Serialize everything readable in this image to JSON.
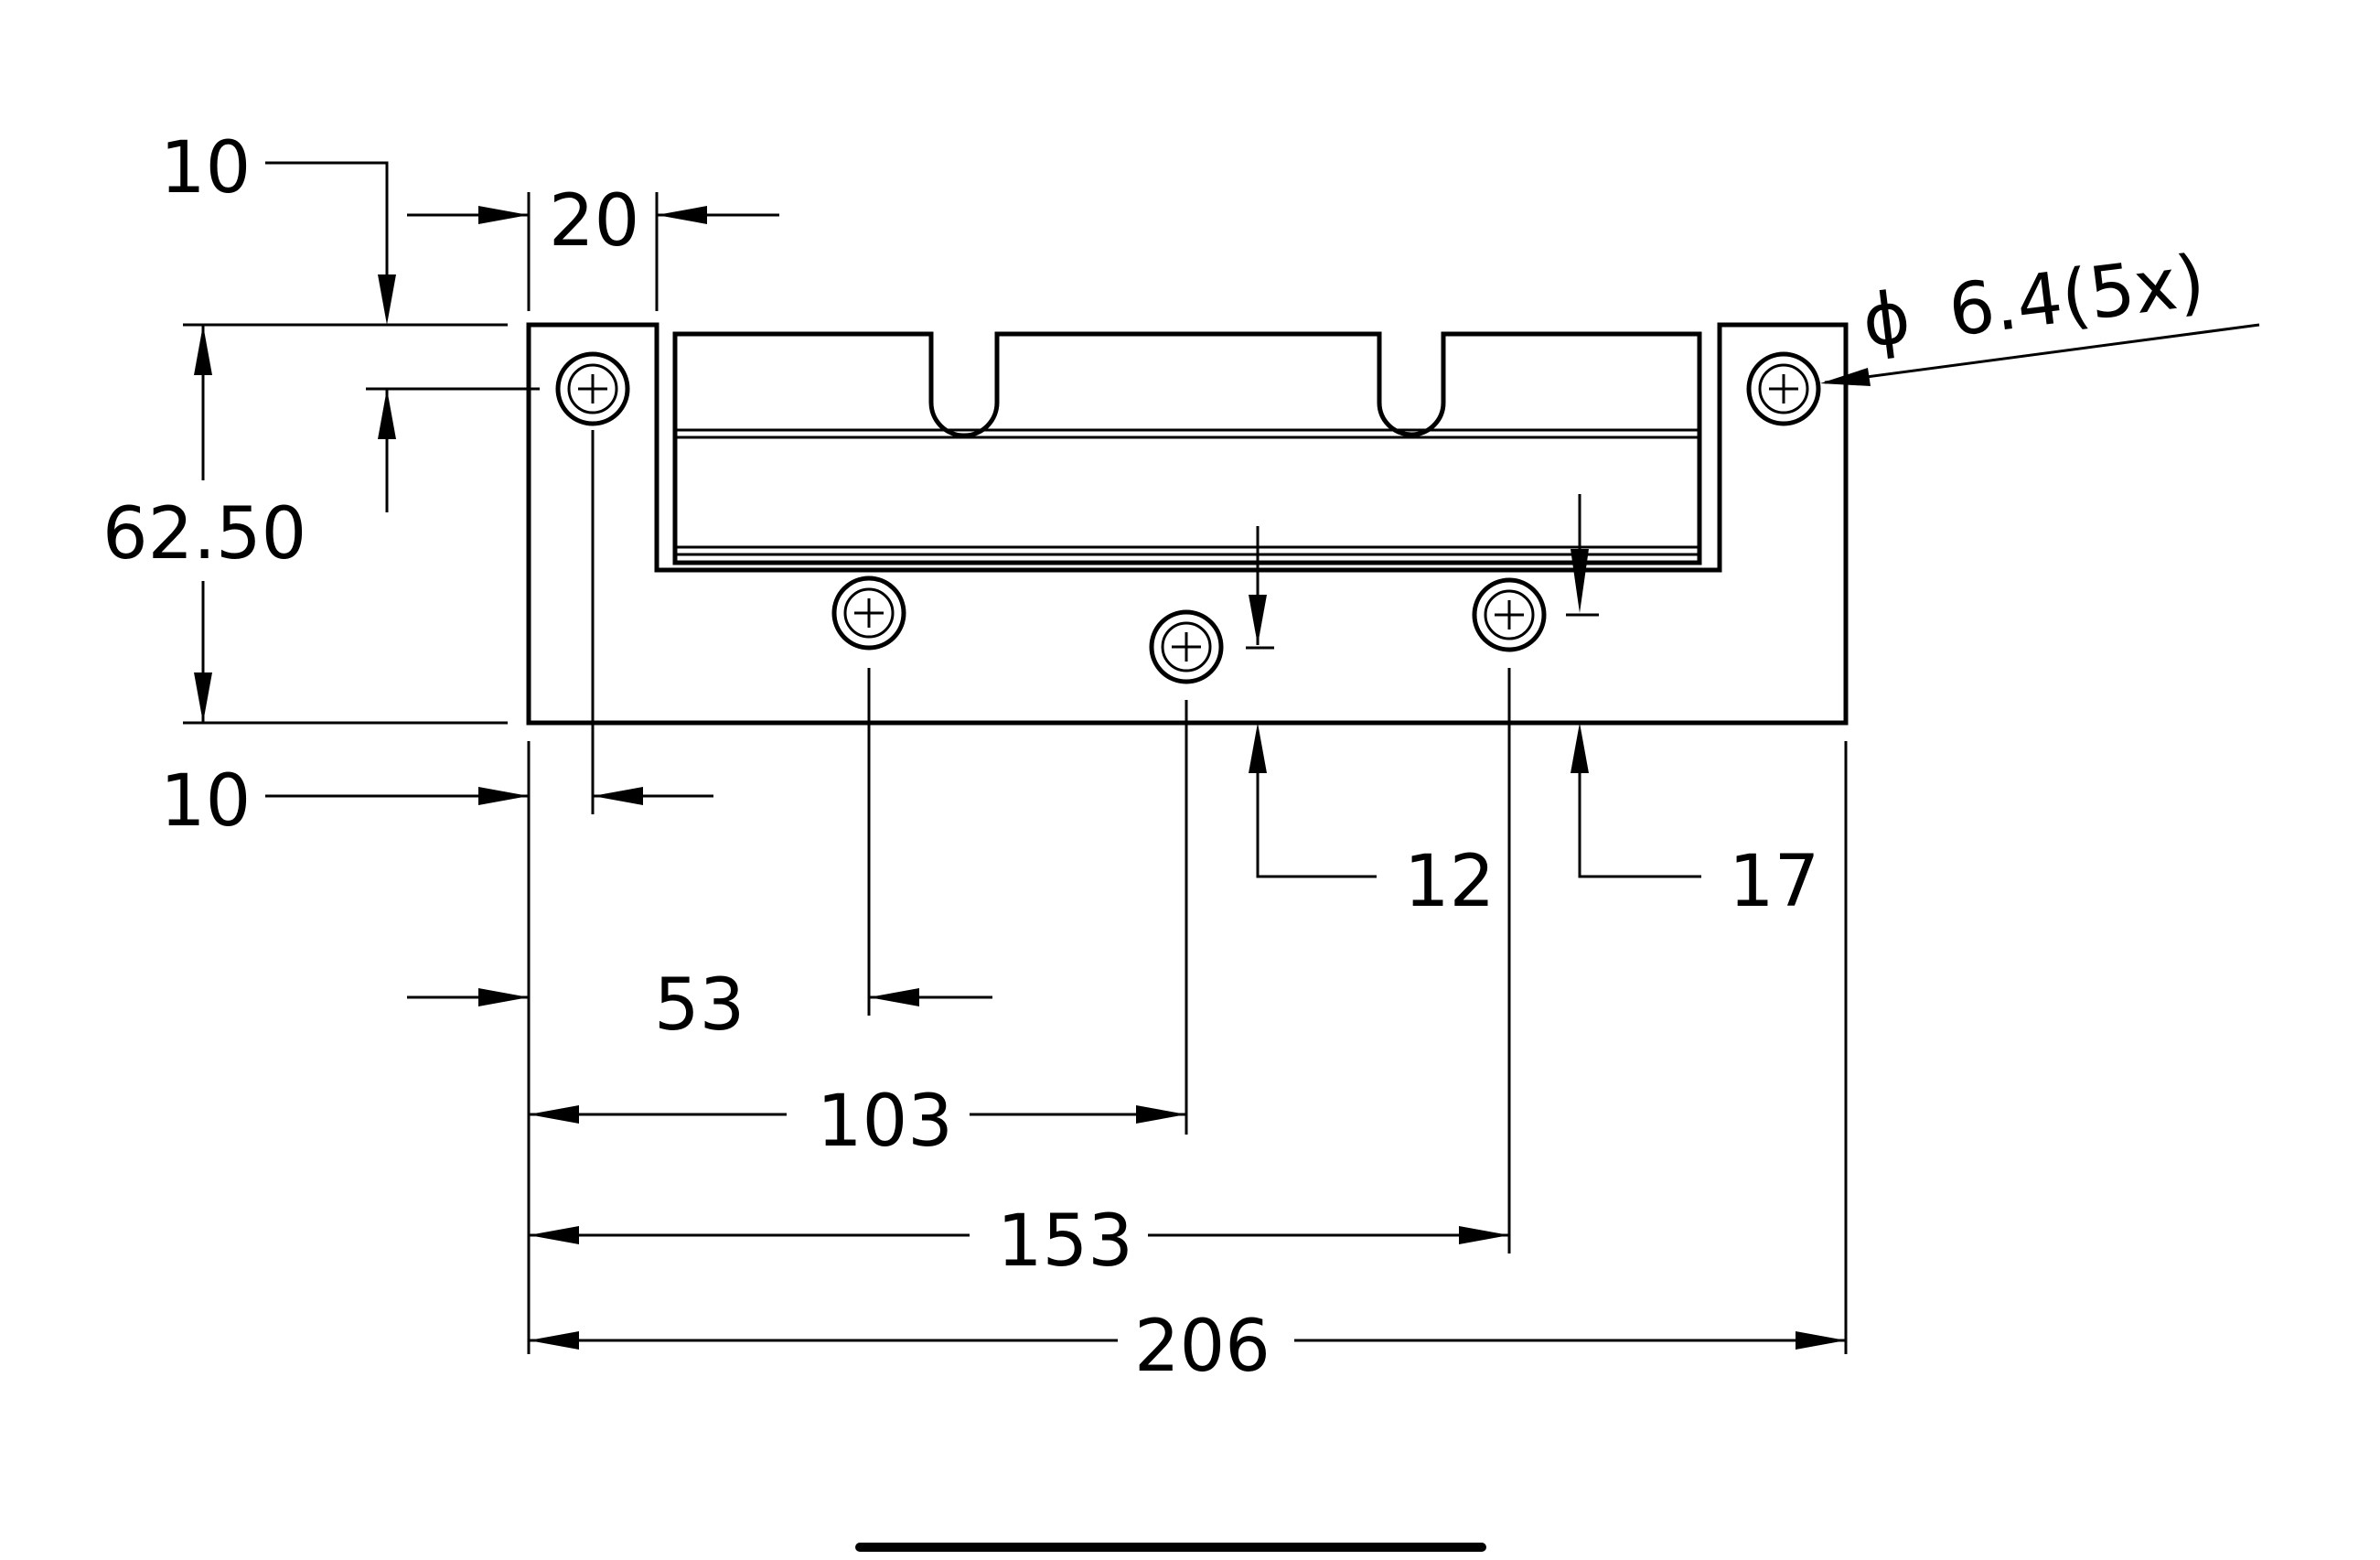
{
  "drawing": {
    "dimensions": {
      "top_offset": "10",
      "slot_width": "20",
      "height": "62.50",
      "left_offset": "10",
      "hole_1": "53",
      "hole_2": "103",
      "hole_3": "153",
      "overall_width": "206",
      "offset_12": "12",
      "offset_17": "17",
      "hole_dia_prefix": "ϕ",
      "hole_dia": "6.4(5x)"
    }
  }
}
